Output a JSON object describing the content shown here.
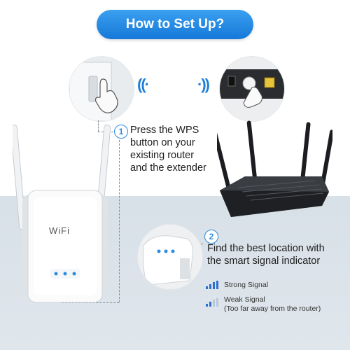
{
  "title": "How to Set Up?",
  "step1": {
    "number": "1",
    "lines": [
      "Press the WPS",
      "button on your",
      "existing router",
      "and the extender"
    ]
  },
  "step2": {
    "number": "2",
    "lines": [
      "Find the best location with",
      "the smart signal indicator"
    ]
  },
  "extender": {
    "label": "WiFi"
  },
  "legend": {
    "strong": "Strong Signal",
    "weak_line1": "Weak Signal",
    "weak_line2": "(Too far away from the router)"
  },
  "colors": {
    "accent": "#1e7fd8",
    "pill": "#1678d8",
    "signal": "#2b8be0"
  }
}
